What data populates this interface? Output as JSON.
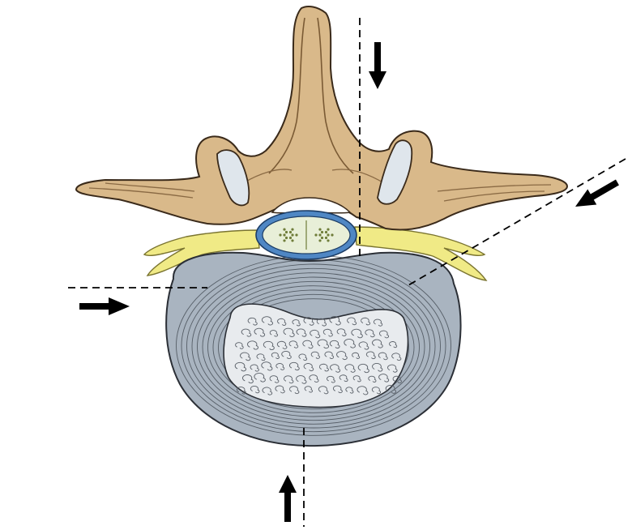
{
  "figure": {
    "colors": {
      "bone_fill": "#d9b98a",
      "bone_outline": "#3a2a1a",
      "facet_fill": "#dfe6ec",
      "disc_fill": "#a9b4c0",
      "nucleus_fill": "#e8ebee",
      "nerve_fill": "#f0ea86",
      "cord_ring": "#4f87c4",
      "cord_fill": "#e8efd8",
      "cord_dots": "#6f7d3a",
      "arrow": "#000000",
      "dash": "#000000"
    },
    "arrows": [
      {
        "name": "arrow-from-top",
        "direction": "down"
      },
      {
        "name": "arrow-from-bottom",
        "direction": "up"
      },
      {
        "name": "arrow-from-left",
        "direction": "right"
      },
      {
        "name": "arrow-from-right",
        "direction": "down-left"
      }
    ]
  }
}
